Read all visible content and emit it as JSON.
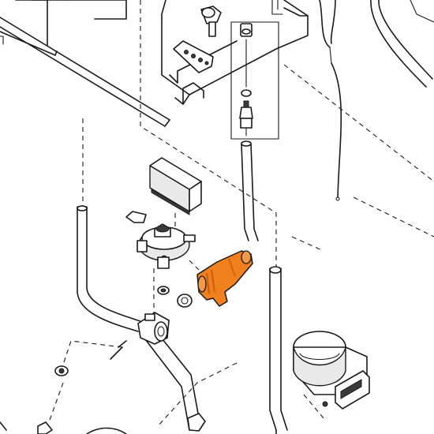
{
  "diagram": {
    "type": "exploded-parts-view",
    "highlight_color": "#f07f1e",
    "highlight_shade": "#c85e0a",
    "line_color": "#1a1a1a",
    "background": "#ffffff",
    "parts": [
      {
        "id": "upper-panel",
        "icon": "panel-plate"
      },
      {
        "id": "gas-nozzle",
        "icon": "nozzle"
      },
      {
        "id": "terminal-strip",
        "icon": "terminal"
      },
      {
        "id": "nut-and-nipple",
        "icon": "fitting"
      },
      {
        "id": "sensor-wire",
        "icon": "wire"
      },
      {
        "id": "pilot-tube",
        "icon": "tube"
      },
      {
        "id": "sensor-cover-box",
        "icon": "box"
      },
      {
        "id": "pressure-switch",
        "icon": "pressure-switch"
      },
      {
        "id": "relief-valve",
        "icon": "valve",
        "highlighted": true
      },
      {
        "id": "washer",
        "icon": "o-ring"
      },
      {
        "id": "small-nut",
        "icon": "nut"
      },
      {
        "id": "left-pipe",
        "icon": "pipe"
      },
      {
        "id": "right-pipe",
        "icon": "pipe"
      },
      {
        "id": "tee-fitting",
        "icon": "fitting"
      },
      {
        "id": "gas-valve-motor",
        "icon": "actuator"
      },
      {
        "id": "bottom-nut",
        "icon": "nut"
      }
    ]
  }
}
